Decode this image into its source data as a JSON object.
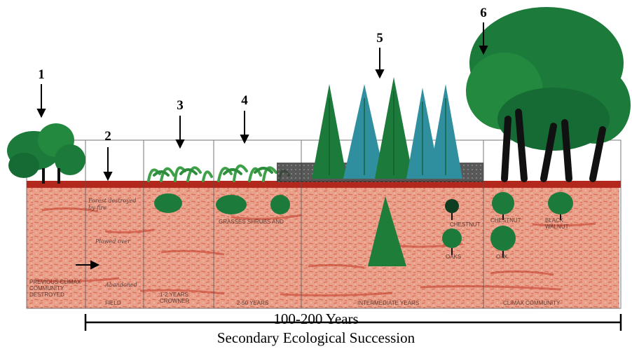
{
  "stages": [
    {
      "number": "1",
      "ground_label": "PREVIOUS CLIMAX COMMUNITY DESTROYED"
    },
    {
      "number": "2",
      "ground_label": "FIELD"
    },
    {
      "number": "3",
      "ground_label": "1-2 YEARS CROWNER"
    },
    {
      "number": "4",
      "ground_label": "GRASSES SHRUBS AND",
      "sub_label": "2-50 YEARS"
    },
    {
      "number": "5",
      "ground_label": "INTERMEDIATE YEARS"
    },
    {
      "number": "6",
      "ground_label": "CLIMAX COMMUNITY"
    }
  ],
  "handwritten": {
    "forest_note": "Forest destroyed by fire",
    "plowed_note": "Plowed over",
    "abandoned_note": "Abandoned"
  },
  "species_labels": {
    "chestnut_a": "CHESTNUT",
    "oaks": "OAKS",
    "chestnut_b": "CHESTNUT",
    "black_walnut": "BLACK WALNUT",
    "oak": "OAK"
  },
  "span_label": "100-200 Years",
  "caption": "Secondary Ecological Succession",
  "colors": {
    "soil": "#e08f78",
    "soil_dark": "#c9442e",
    "topsoil": "#b3281c",
    "tree_green": "#1c7a3a",
    "tree_dark": "#0f5a2a",
    "pine_blue": "#2f8f9e",
    "trunk": "#111111",
    "grass": "#3fa04a"
  }
}
